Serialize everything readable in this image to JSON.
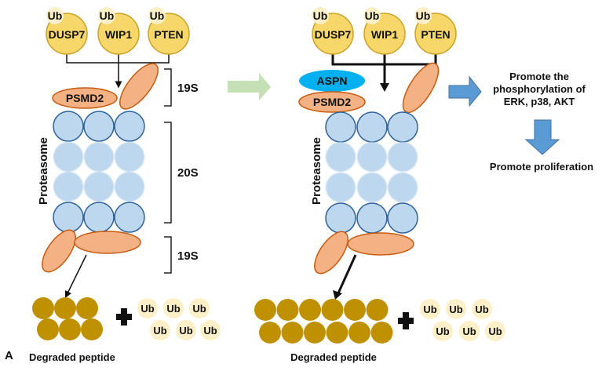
{
  "colors": {
    "protein_fill": "#f7d66a",
    "protein_stroke": "#c9a227",
    "ub_fill": "#fdf0c8",
    "orange_fill": "#f4b183",
    "orange_stroke": "#c55a11",
    "blue_fill": "#bdd7ee",
    "blue_stroke": "#2e6399",
    "peptide_fill": "#bf9000",
    "aspn_fill": "#00b0f0",
    "green_arrow": "#c5e0b4",
    "blue_arrow": "#5b9bd5",
    "blue_arrow_stroke": "#41719c"
  },
  "panel_label": "A",
  "left": {
    "proteins": [
      {
        "ub": "Ub",
        "name": "DUSP7"
      },
      {
        "ub": "Ub",
        "name": "WIP1"
      },
      {
        "ub": "Ub",
        "name": "PTEN"
      }
    ],
    "psmd2": "PSMD2",
    "proteasome": "Proteasome",
    "brackets": [
      "19S",
      "20S",
      "19S"
    ],
    "product_label": "Degraded peptide",
    "ub_free": [
      "Ub",
      "Ub",
      "Ub",
      "Ub",
      "Ub",
      "Ub"
    ],
    "peptide_count": 6
  },
  "right": {
    "proteins": [
      {
        "ub": "Ub",
        "name": "DUSP7"
      },
      {
        "ub": "Ub",
        "name": "WIP1"
      },
      {
        "ub": "Ub",
        "name": "PTEN"
      }
    ],
    "aspn": "ASPN",
    "psmd2": "PSMD2",
    "proteasome": "Proteasome",
    "product_label": "Degraded peptide",
    "ub_free": [
      "Ub",
      "Ub",
      "Ub",
      "Ub",
      "Ub",
      "Ub"
    ],
    "peptide_count": 12
  },
  "outcomes": {
    "step1": [
      "Promote the",
      "phosphorylation of",
      "ERK, p38, AKT"
    ],
    "step2": "Promote proliferation"
  }
}
